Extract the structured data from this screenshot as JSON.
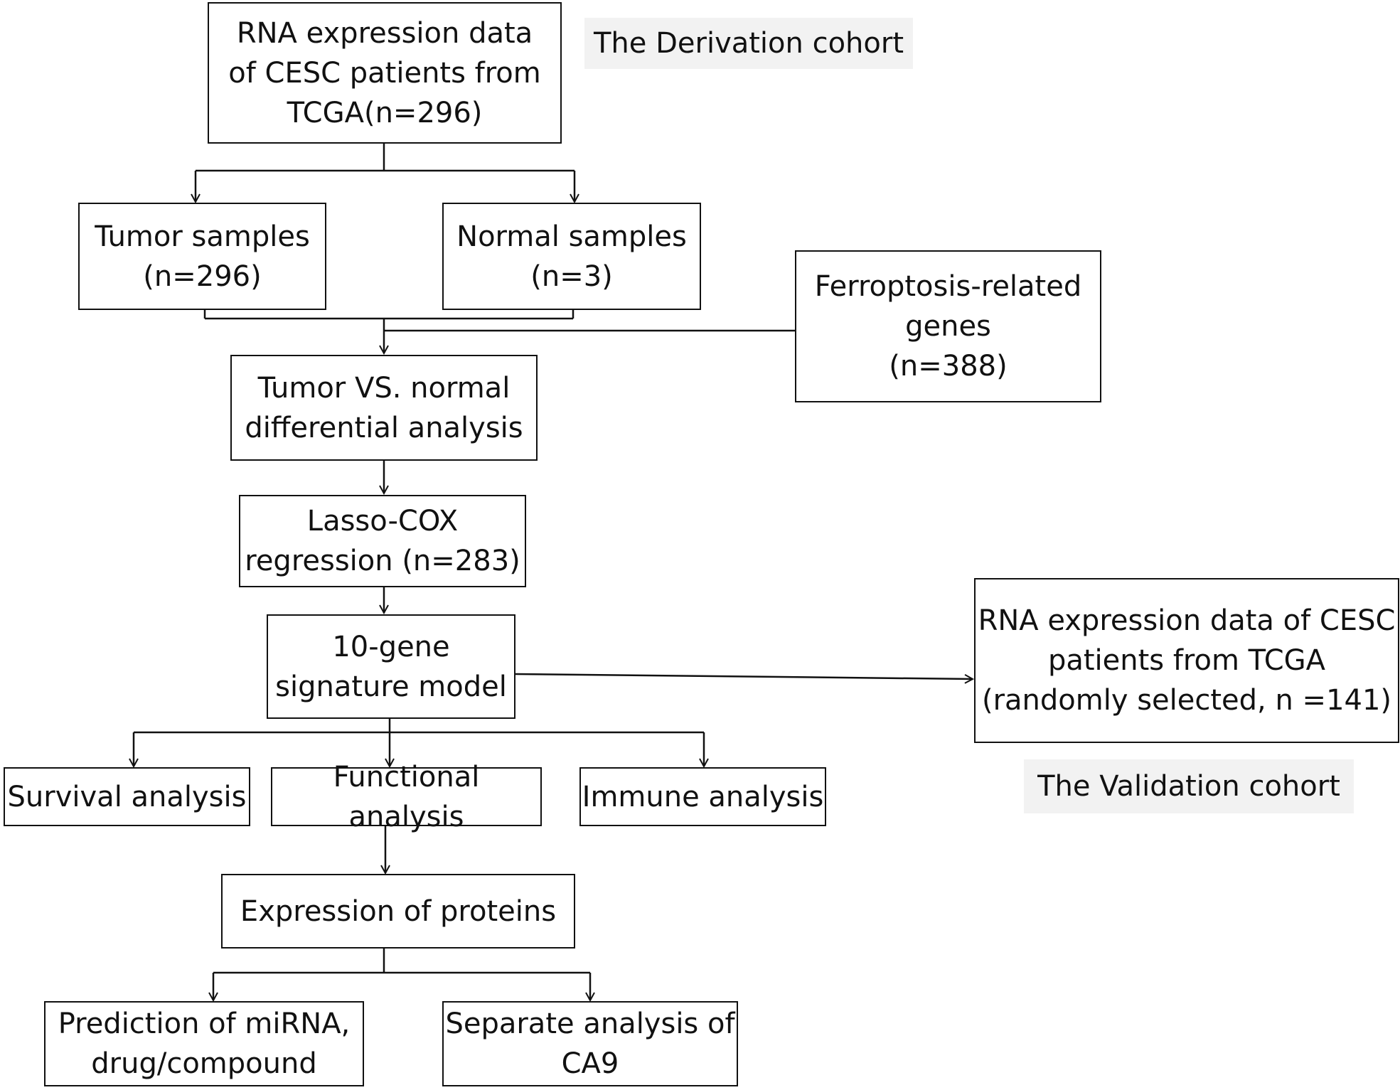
{
  "labels": {
    "derivation": "The Derivation cohort",
    "validation": "The Validation cohort"
  },
  "boxes": {
    "rna_tcga": "RNA expression data\nof CESC patients from\nTCGA(n=296)",
    "tumor": "Tumor samples\n(n=296)",
    "normal": "Normal samples\n(n=3)",
    "ferroptosis": "Ferroptosis-related\ngenes\n(n=388)",
    "differential": "Tumor VS. normal\ndifferential analysis",
    "lasso": "Lasso-COX\nregression (n=283)",
    "signature": "10-gene\nsignature model",
    "validation_data": "RNA expression data of CESC\npatients from TCGA\n(randomly selected, n =141)",
    "survival": "Survival analysis",
    "functional": "Functional analysis",
    "immune": "Immune analysis",
    "proteins": "Expression of proteins",
    "mirna": "Prediction of miRNA,\ndrug/compound",
    "ca9": "Separate analysis of\nCA9"
  },
  "colors": {
    "line": "#111111",
    "label_bg": "#f2f2f2"
  }
}
